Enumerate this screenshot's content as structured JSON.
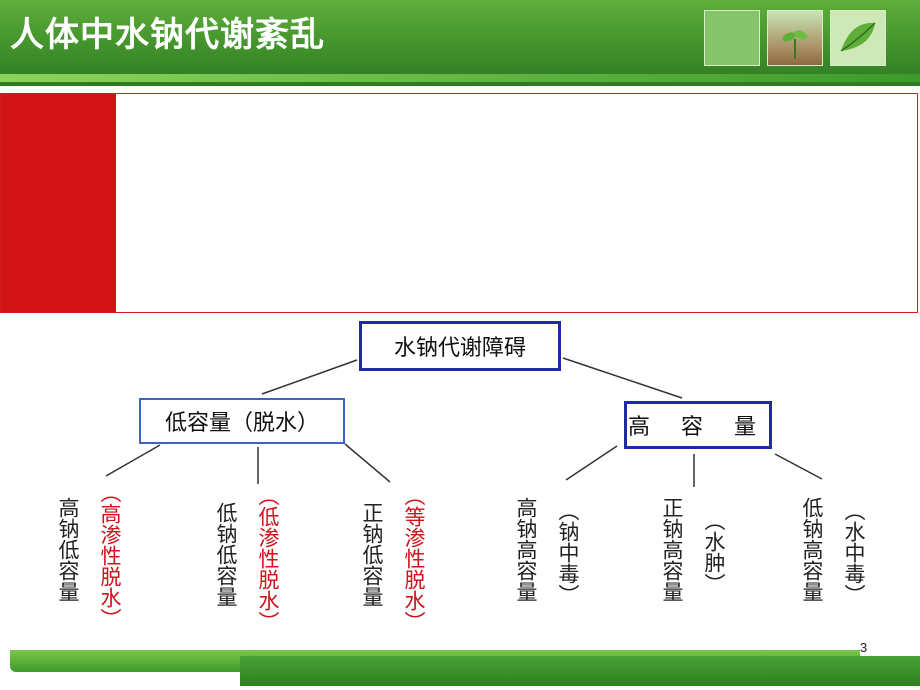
{
  "header": {
    "title": "人体中水钠代谢紊乱"
  },
  "diagram": {
    "root": "水钠代谢障碍",
    "low": "低容量（脱水）",
    "high": "高 容 量",
    "low_children": [
      {
        "name": "高钠低容量",
        "note": "（高渗性脱水）"
      },
      {
        "name": "低钠低容量",
        "note": "（低渗性脱水）"
      },
      {
        "name": "正钠低容量",
        "note": "（等渗性脱水）"
      }
    ],
    "high_children": [
      {
        "name": "高钠高容量",
        "note": "（钠中毒）"
      },
      {
        "name": "正钠高容量",
        "note": "（水肿）"
      },
      {
        "name": "低钠高容量",
        "note": "（水中毒）"
      }
    ]
  },
  "footer": {
    "page_number": "3"
  },
  "colors": {
    "header_green": "#3f8f2b",
    "accent_red": "#d21414",
    "box_blue": "#1f2aa8",
    "note_red": "#d0121b"
  },
  "icons": [
    "leaf-thumbnail",
    "sprout-thumbnail",
    "green-tile-thumbnail"
  ]
}
